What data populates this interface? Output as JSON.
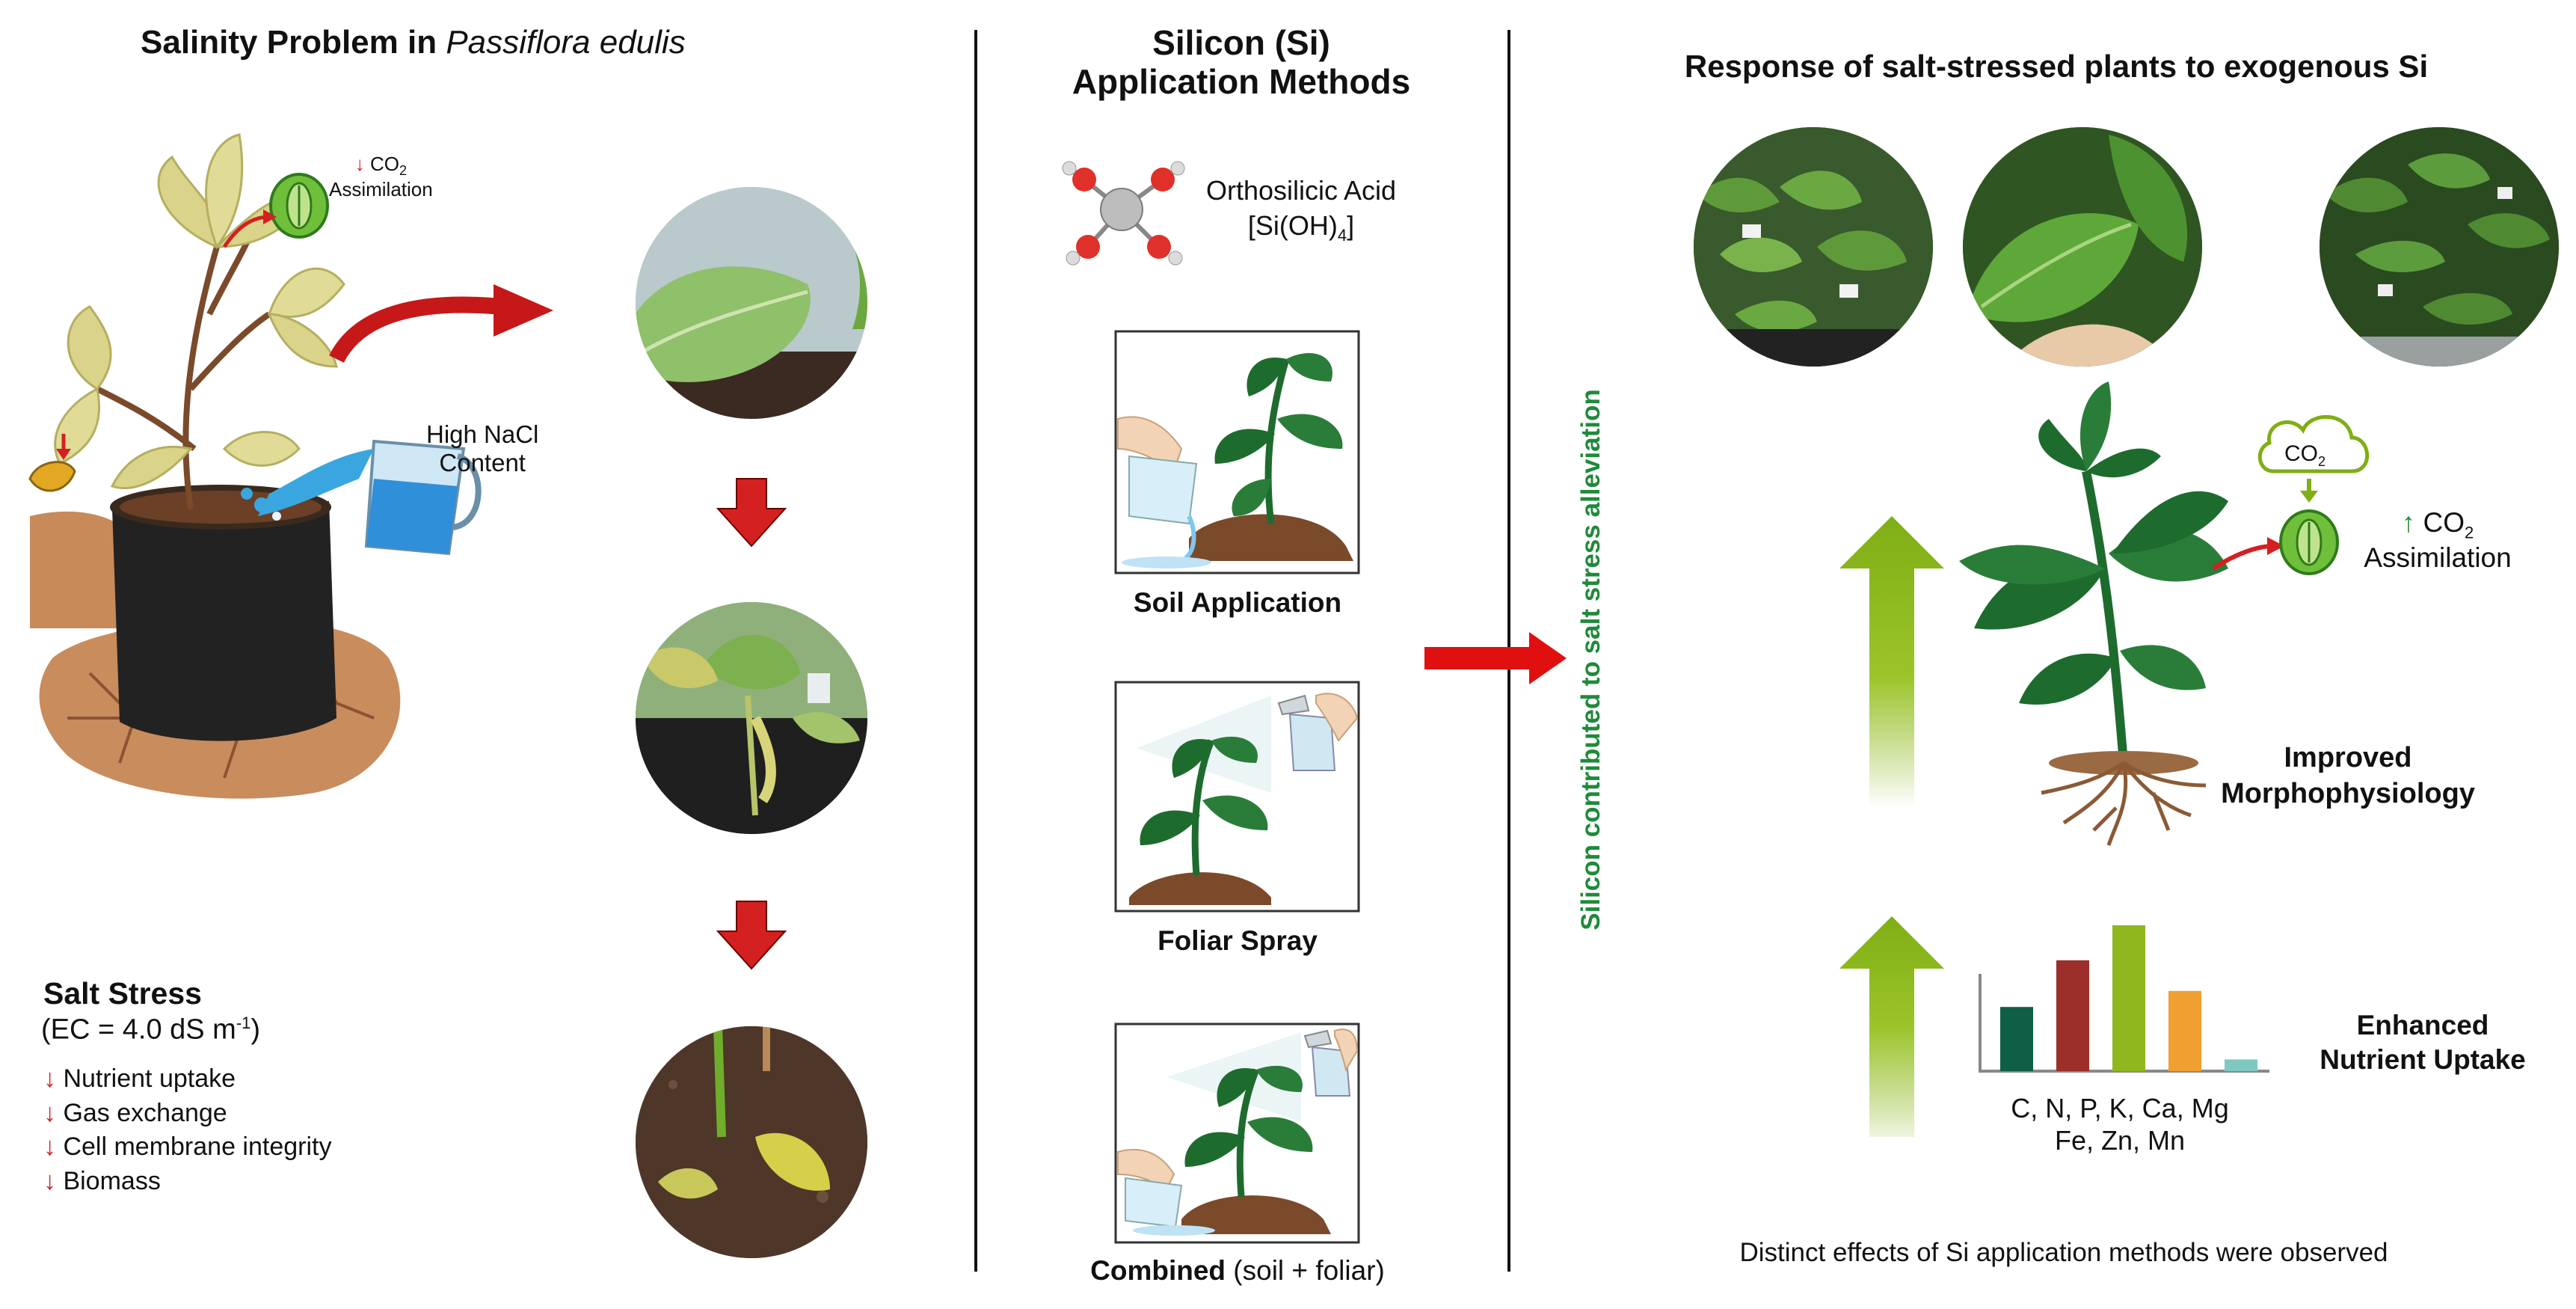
{
  "panel_left": {
    "title_prefix": "Salinity Problem in ",
    "title_species": "Passiflora edulis",
    "co2_label": "CO",
    "co2_sub": "2",
    "co2_assimilation": "Assimilation",
    "nacl_line1": "High NaCl",
    "nacl_line2": "Content",
    "salt_stress_title": "Salt Stress",
    "ec_prefix": "(EC = 4.0 dS m",
    "ec_sup": "-1",
    "ec_suffix": ")",
    "effects": [
      "Nutrient uptake",
      "Gas exchange",
      "Cell membrane integrity",
      "Biomass"
    ]
  },
  "panel_middle": {
    "title_line1": "Silicon (Si)",
    "title_line2": "Application Methods",
    "acid_name": "Orthosilicic Acid",
    "acid_formula_prefix": "[Si(OH)",
    "acid_formula_sub": "4",
    "acid_formula_suffix": "]",
    "methods": [
      {
        "label": "Soil Application",
        "suffix": ""
      },
      {
        "label": "Foliar Spray",
        "suffix": ""
      },
      {
        "label": "Combined",
        "suffix": " (soil + foliar)"
      }
    ]
  },
  "panel_right": {
    "title": "Response of salt-stressed plants to exogenous Si",
    "vertical_label": "Silicon contributed to salt stress alleviation",
    "cloud_label": "CO",
    "cloud_sub": "2",
    "co2_up_label": "CO",
    "co2_up_sub": "2",
    "co2_up_assimilation": "Assimilation",
    "improved_line1": "Improved",
    "improved_line2": "Morphophysiology",
    "enhanced_line1": "Enhanced",
    "enhanced_line2": "Nutrient Uptake",
    "nutrients_line1": "C, N, P, K, Ca, Mg",
    "nutrients_line2": "Fe, Zn, Mn",
    "footer": "Distinct effects of Si application methods were observed"
  },
  "colors": {
    "stress_red": "#d42020",
    "si_green": "#1f8a3a",
    "leaf_dark": "#1e6b2e",
    "leaf_yellow": "#d9d48a",
    "soil": "#7a4a2b",
    "arrow_green": "#8bb81e"
  },
  "chart_data": {
    "type": "bar",
    "categories": [
      "",
      "",
      "",
      "",
      ""
    ],
    "values": [
      44,
      76,
      100,
      55,
      8
    ],
    "colors": [
      "#0f5e46",
      "#9c2f2a",
      "#8fb81e",
      "#f0a030",
      "#7ec8c0"
    ],
    "ylim": [
      0,
      100
    ],
    "grid": false
  }
}
